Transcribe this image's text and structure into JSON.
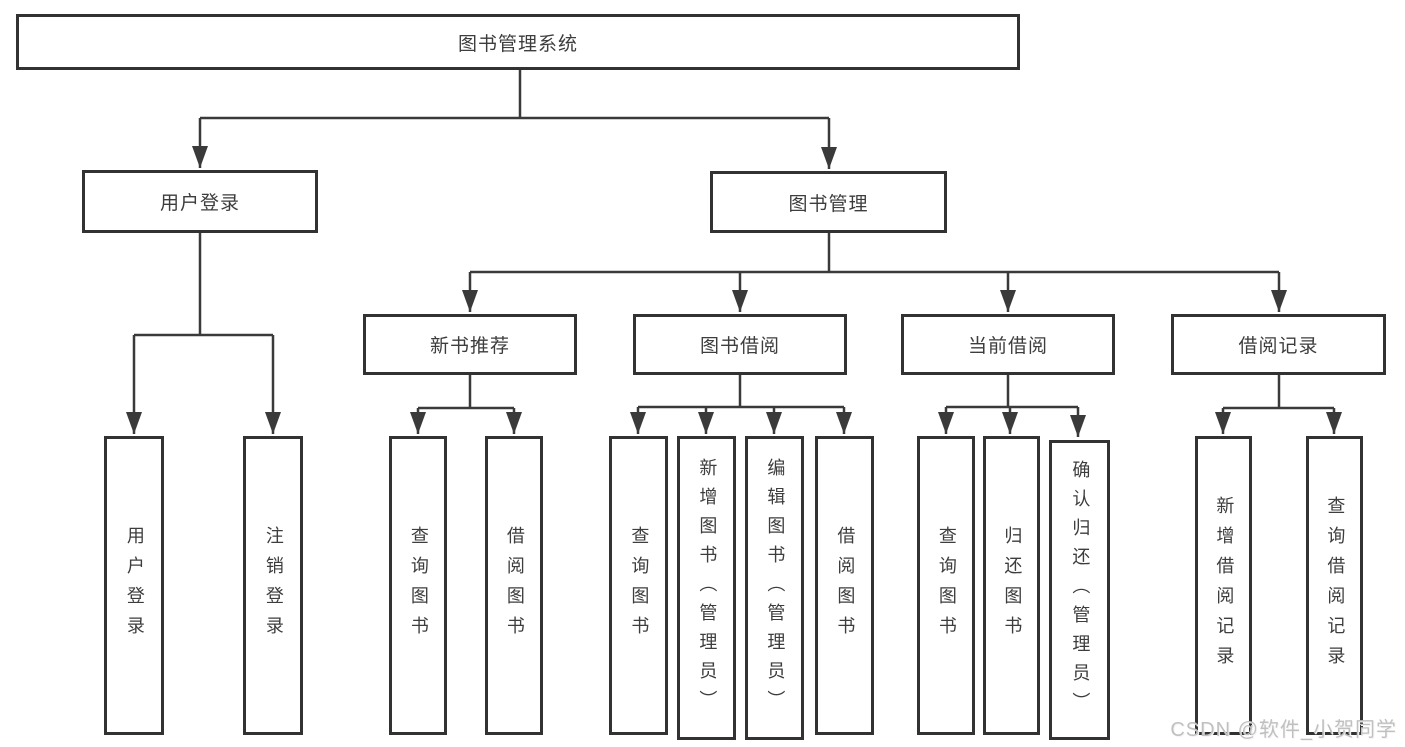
{
  "tree": {
    "root": {
      "label": "图书管理系统",
      "children": [
        {
          "label": "用户登录",
          "children": [
            {
              "label": "用户登录"
            },
            {
              "label": "注销登录"
            }
          ]
        },
        {
          "label": "图书管理",
          "children": [
            {
              "label": "新书推荐",
              "children": [
                {
                  "label": "查询图书"
                },
                {
                  "label": "借阅图书"
                }
              ]
            },
            {
              "label": "图书借阅",
              "children": [
                {
                  "label": "查询图书"
                },
                {
                  "label": "新增图书（管理员）"
                },
                {
                  "label": "编辑图书（管理员）"
                },
                {
                  "label": "借阅图书"
                }
              ]
            },
            {
              "label": "当前借阅",
              "children": [
                {
                  "label": "查询图书"
                },
                {
                  "label": "归还图书"
                },
                {
                  "label": "确认归还（管理员）"
                }
              ]
            },
            {
              "label": "借阅记录",
              "children": [
                {
                  "label": "新增借阅记录"
                },
                {
                  "label": "查询借阅记录"
                }
              ]
            }
          ]
        }
      ]
    }
  },
  "watermark": {
    "text": "CSDN @软件_小贺同学"
  },
  "colors": {
    "line": "#3a3a3a",
    "box_border": "#323232",
    "text": "#3d3d3d",
    "background": "#ffffff",
    "watermark": "#c0c0c0"
  }
}
